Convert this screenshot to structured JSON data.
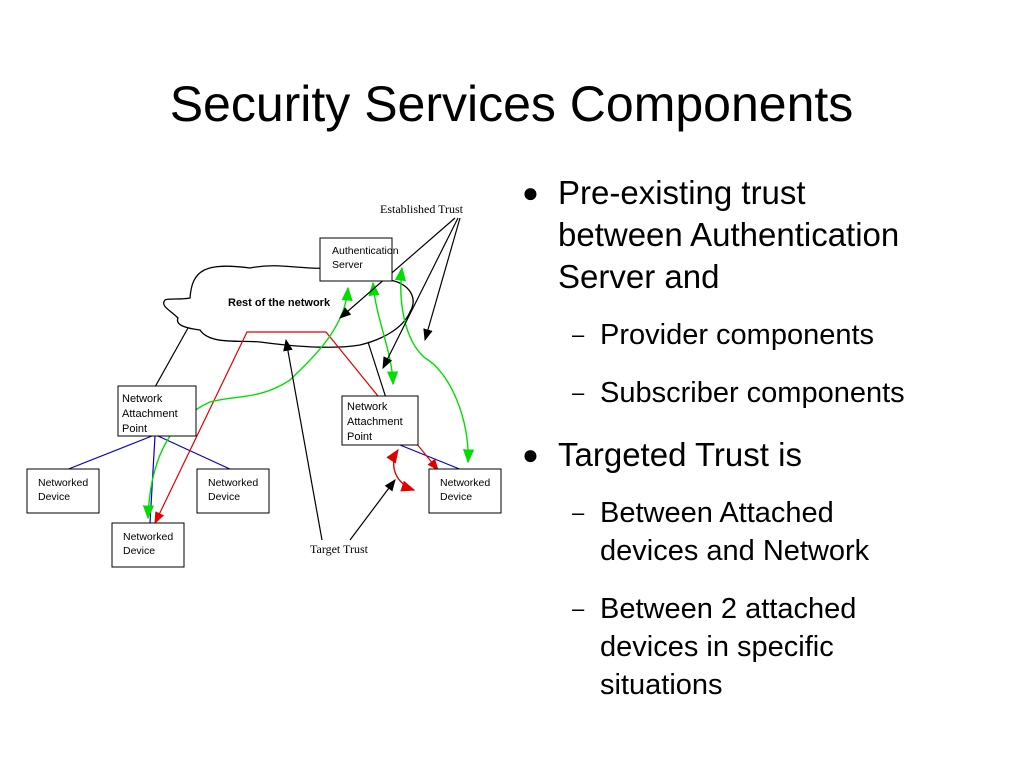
{
  "title": "Security Services Components",
  "diagram": {
    "cloud_label": "Rest of the network",
    "auth_server": [
      "Authentication",
      "Server"
    ],
    "nap_left": [
      "Network",
      "Attachment",
      "Point"
    ],
    "nap_right": [
      "Network",
      "Attachment",
      "Point"
    ],
    "device_label": [
      "Networked",
      "Device"
    ],
    "established_trust": "Established Trust",
    "target_trust": "Target Trust",
    "colors": {
      "line": "#000000",
      "blue": "#0000cc",
      "red": "#e00000",
      "green": "#00dd00"
    }
  },
  "bullets": [
    {
      "text": "Pre-existing trust between Authentication Server and",
      "lines": [
        "Pre-existing trust",
        "between Authentication",
        "Server and"
      ],
      "sub": [
        "Provider components",
        "Subscriber components"
      ]
    },
    {
      "text": "Targeted Trust is",
      "lines": [
        "Targeted Trust is"
      ],
      "sub_lines": [
        [
          "Between Attached",
          "devices and Network"
        ],
        [
          "Between 2 attached",
          "devices in specific",
          "situations"
        ]
      ]
    }
  ],
  "bullet_glyph": "●",
  "dash_glyph": "–"
}
